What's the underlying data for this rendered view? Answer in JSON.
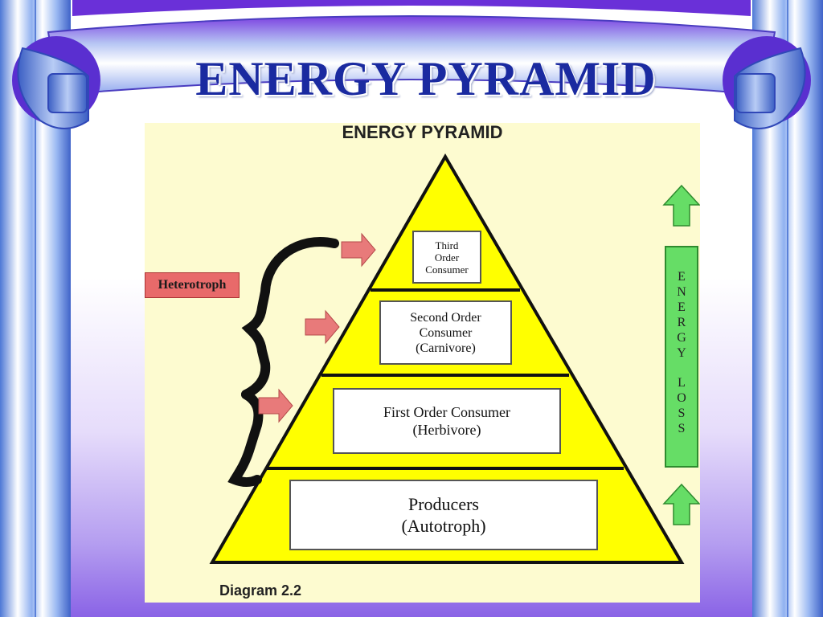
{
  "slide": {
    "title": "ENERGY PYRAMID"
  },
  "figure": {
    "title": "ENERGY PYRAMID",
    "caption": "Diagram 2.2",
    "heterotroph_label": "Heterotroph",
    "energy_loss_label": "ENERGY LOSS",
    "levels": [
      {
        "label": "Third\nOrder\nConsumer"
      },
      {
        "label": "Second Order\nConsumer\n(Carnivore)"
      },
      {
        "label": "First Order Consumer\n(Herbivore)"
      },
      {
        "label": "Producers\n(Autotroph)"
      }
    ]
  },
  "colors": {
    "pyramid_fill": "#ffff00",
    "figure_bg": "#fdfbd0",
    "heterotroph_box": "#e86a6a",
    "arrow_pink": "#e87a7a",
    "energy_green": "#66dd66",
    "title_blue": "#1a2aa0"
  },
  "icons": [
    "pillar-left",
    "pillar-right",
    "scroll-banner",
    "pink-arrow-icon",
    "green-up-arrow-icon",
    "curly-brace"
  ]
}
